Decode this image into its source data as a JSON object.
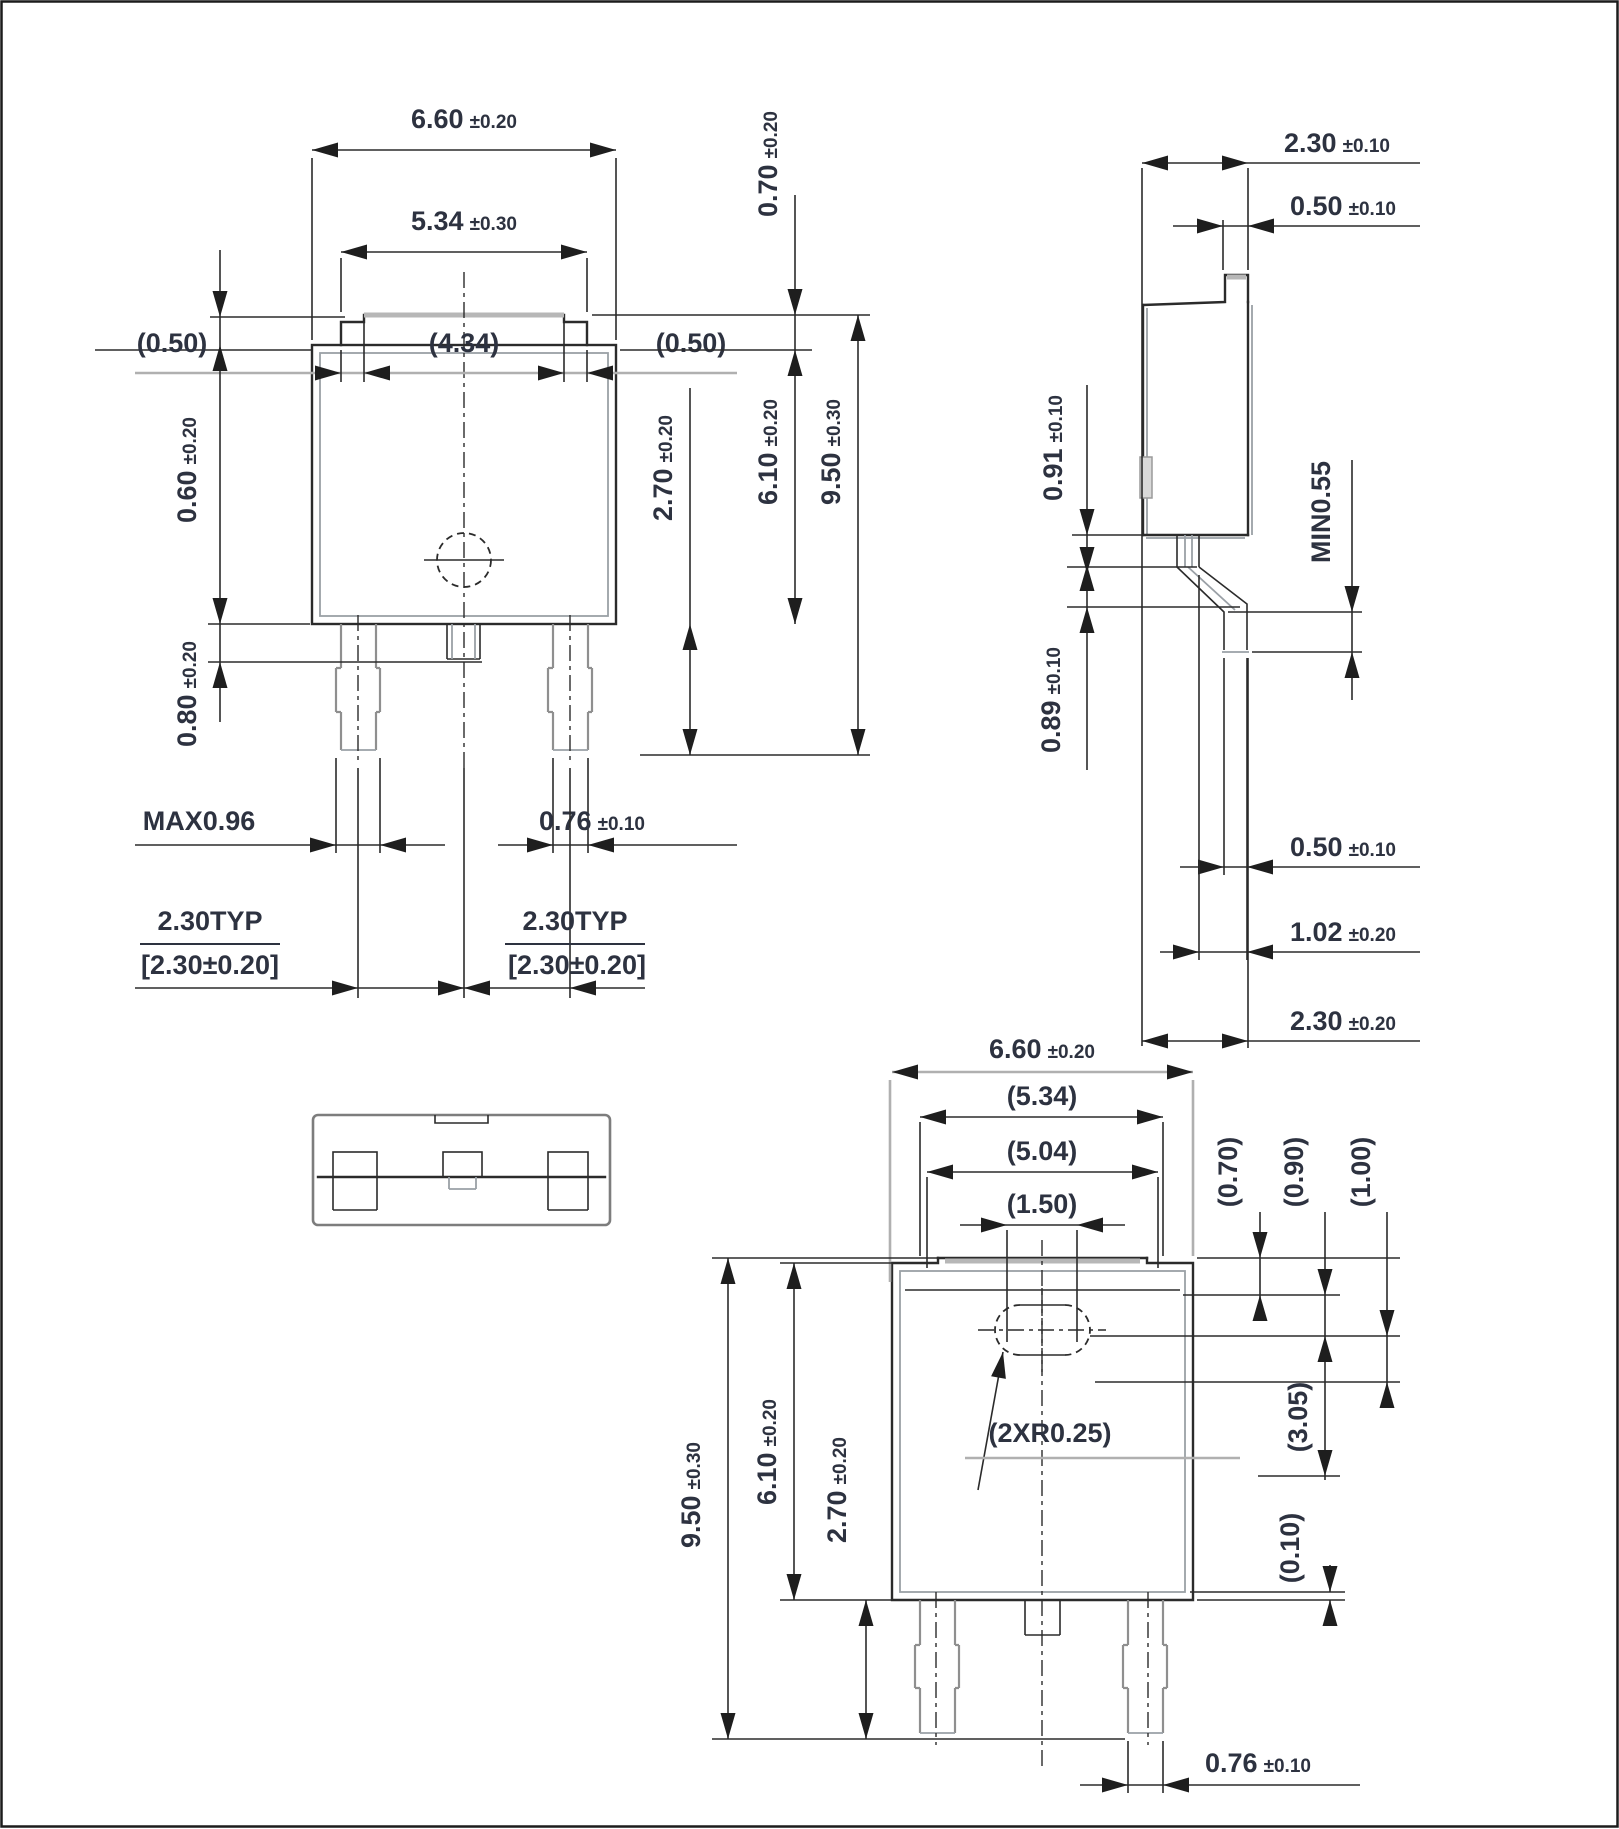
{
  "views": {
    "front": {
      "body_width": {
        "v": "6.60",
        "t": "±0.20"
      },
      "tab_width": {
        "v": "5.34",
        "t": "±0.30"
      },
      "tab_offset_left": "(0.50)",
      "tab_inner_width": "(4.34)",
      "tab_offset_right": "(0.50)",
      "tab_height": {
        "v": "0.70",
        "t": "±0.20"
      },
      "step_upper": {
        "v": "0.60",
        "t": "±0.20"
      },
      "step_lower": {
        "v": "0.80",
        "t": "±0.20"
      },
      "lead_length": {
        "v": "2.70",
        "t": "±0.20"
      },
      "body_length": {
        "v": "6.10",
        "t": "±0.20"
      },
      "overall_length": {
        "v": "9.50",
        "t": "±0.30"
      },
      "center_lead_width_max": "MAX0.96",
      "lead_width": {
        "v": "0.76",
        "t": "±0.10"
      },
      "pitch_left": {
        "typ": "2.30TYP",
        "bracket": "[2.30±0.20]"
      },
      "pitch_right": {
        "typ": "2.30TYP",
        "bracket": "[2.30±0.20]"
      }
    },
    "side": {
      "body_thickness": {
        "v": "2.30",
        "t": "±0.10"
      },
      "tab_thickness": {
        "v": "0.50",
        "t": "±0.10"
      },
      "lead_offset_upper": {
        "v": "0.91",
        "t": "±0.10"
      },
      "standoff_min": "MIN0.55",
      "lead_offset_lower": {
        "v": "0.89",
        "t": "±0.10"
      },
      "lead_thickness": {
        "v": "0.50",
        "t": "±0.10"
      },
      "foot_length": {
        "v": "1.02",
        "t": "±0.20"
      },
      "lead_span": {
        "v": "2.30",
        "t": "±0.20"
      }
    },
    "bottom": {
      "body_width": {
        "v": "6.60",
        "t": "±0.20"
      },
      "tab_width_ref": "(5.34)",
      "pad_width_ref": "(5.04)",
      "slot_length_ref": "(1.50)",
      "edge_ref_a": "(0.70)",
      "edge_ref_b": "(0.90)",
      "edge_ref_c": "(1.00)",
      "slot_radius_ref": "(2XR0.25)",
      "pad_depth_ref": "(3.05)",
      "edge_gap_ref": "(0.10)",
      "overall_length": {
        "v": "9.50",
        "t": "±0.30"
      },
      "body_length": {
        "v": "6.10",
        "t": "±0.20"
      },
      "lead_length": {
        "v": "2.70",
        "t": "±0.20"
      },
      "lead_width": {
        "v": "0.76",
        "t": "±0.10"
      }
    }
  }
}
